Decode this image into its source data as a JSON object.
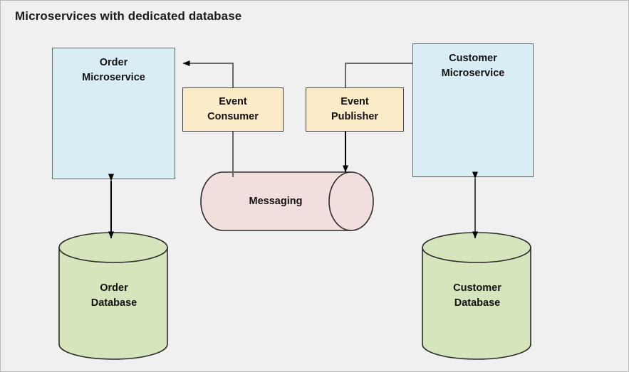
{
  "diagram": {
    "title": "Microservices with dedicated database",
    "background_color": "#f0f0f0",
    "border_color": "#b8b8b8",
    "nodes": {
      "order_service": {
        "label_line1": "Order",
        "label_line2": "Microservice",
        "shape": "rectangle",
        "fill": "#d9edf5",
        "stroke": "#666666"
      },
      "customer_service": {
        "label_line1": "Customer",
        "label_line2": "Microservice",
        "shape": "rectangle",
        "fill": "#d9edf5",
        "stroke": "#666666"
      },
      "event_consumer": {
        "label_line1": "Event",
        "label_line2": "Consumer",
        "shape": "rectangle",
        "fill": "#fdecc8",
        "stroke": "#3d3d3d"
      },
      "event_publisher": {
        "label_line1": "Event",
        "label_line2": "Publisher",
        "shape": "rectangle",
        "fill": "#fdecc8",
        "stroke": "#3d3d3d"
      },
      "messaging": {
        "label": "Messaging",
        "shape": "horizontal-cylinder",
        "fill": "#f2dedc",
        "stroke": "#2b2b2b"
      },
      "order_database": {
        "label_line1": "Order",
        "label_line2": "Database",
        "shape": "cylinder",
        "fill": "#d5e6bd",
        "stroke": "#2b2b2b"
      },
      "customer_database": {
        "label_line1": "Customer",
        "label_line2": "Database",
        "shape": "cylinder",
        "fill": "#d5e6bd",
        "stroke": "#2b2b2b"
      }
    },
    "connectors": [
      {
        "name": "consumer-to-order-service",
        "from": "event_consumer",
        "to": "order_service",
        "arrowheads": "end",
        "color": "#666666"
      },
      {
        "name": "messaging-to-consumer",
        "from": "messaging",
        "to": "event_consumer",
        "arrowheads": "none",
        "color": "#666666"
      },
      {
        "name": "customer-service-to-publisher",
        "from": "customer_service",
        "to": "event_publisher",
        "arrowheads": "none",
        "color": "#666666"
      },
      {
        "name": "publisher-to-messaging",
        "from": "event_publisher",
        "to": "messaging",
        "arrowheads": "end",
        "color": "#000000"
      },
      {
        "name": "order-service-to-order-database",
        "from": "order_service",
        "to": "order_database",
        "arrowheads": "both",
        "color": "#000000"
      },
      {
        "name": "customer-service-to-customer-database",
        "from": "customer_service",
        "to": "customer_database",
        "arrowheads": "both",
        "color": "#444444"
      }
    ]
  }
}
